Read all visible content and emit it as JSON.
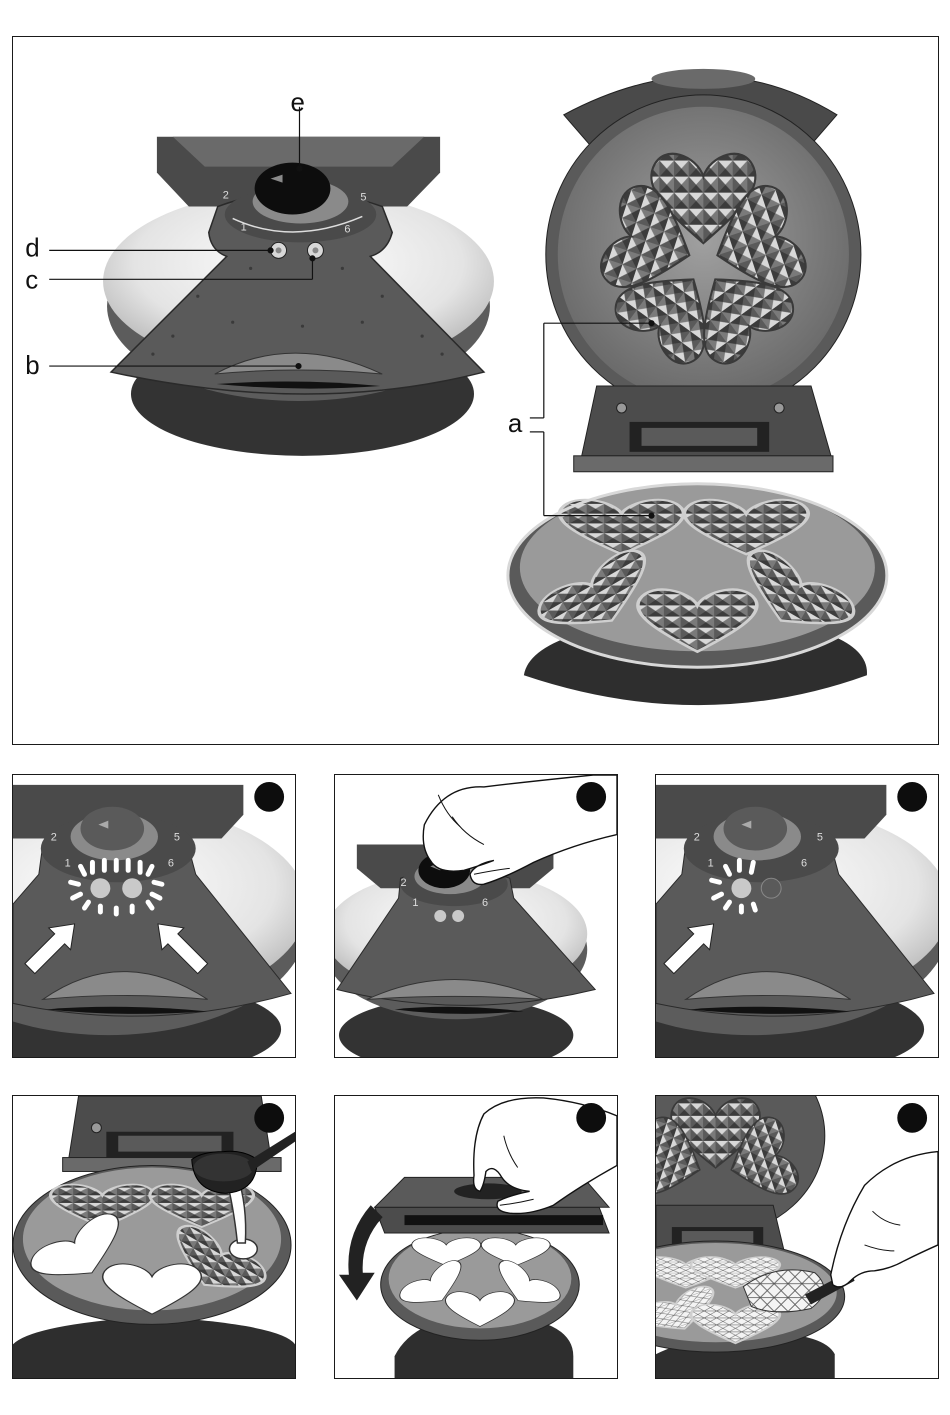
{
  "overview": {
    "callouts": {
      "a": "a",
      "b": "b",
      "c": "c",
      "d": "d",
      "e": "e"
    },
    "dial_marks": {
      "m1": "1",
      "m2": "2",
      "m5": "5",
      "m6": "6"
    }
  },
  "steps": [
    {
      "id": "step-1",
      "dial_marks": [
        "2",
        "1",
        "5",
        "6"
      ]
    },
    {
      "id": "step-2",
      "dial_marks": [
        "2",
        "1",
        "6"
      ]
    },
    {
      "id": "step-3",
      "dial_marks": [
        "2",
        "1",
        "5",
        "6"
      ]
    },
    {
      "id": "step-4"
    },
    {
      "id": "step-5"
    },
    {
      "id": "step-6"
    }
  ],
  "colors": {
    "dark": "#3a3a3a",
    "mid": "#6e6e6e",
    "light": "#a8a8a8",
    "plate": "#8c8c8c",
    "black": "#111111",
    "white": "#ffffff"
  }
}
